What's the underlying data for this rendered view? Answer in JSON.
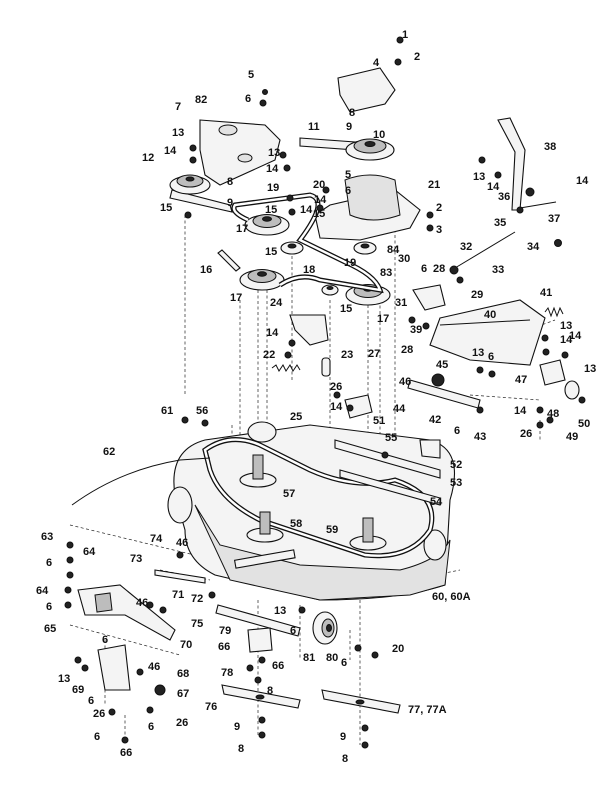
{
  "callouts": [
    "1",
    "2",
    "4",
    "5",
    "6",
    "82",
    "7",
    "8",
    "9",
    "10",
    "11",
    "13",
    "14",
    "12",
    "8",
    "9",
    "13",
    "14",
    "19",
    "20",
    "14",
    "5",
    "6",
    "21",
    "15",
    "14",
    "15",
    "2",
    "3",
    "15",
    "17",
    "15",
    "84",
    "16",
    "18",
    "19",
    "83",
    "30",
    "6",
    "28",
    "32",
    "33",
    "31",
    "29",
    "17",
    "24",
    "15",
    "17",
    "14",
    "22",
    "23",
    "27",
    "26",
    "14",
    "25",
    "61",
    "56",
    "51",
    "55",
    "52",
    "62",
    "57",
    "53",
    "54",
    "58",
    "59",
    "60, 60A",
    "63",
    "64",
    "6",
    "64",
    "6",
    "65",
    "74",
    "46",
    "73",
    "46",
    "71",
    "72",
    "70",
    "75",
    "13",
    "6",
    "79",
    "66",
    "78",
    "66",
    "8",
    "81",
    "80",
    "6",
    "20",
    "6",
    "13",
    "69",
    "46",
    "67",
    "68",
    "6",
    "26",
    "26",
    "6",
    "76",
    "9",
    "8",
    "77, 77A",
    "9",
    "8",
    "6",
    "66",
    "38",
    "13",
    "14",
    "36",
    "14",
    "35",
    "37",
    "34",
    "41",
    "40",
    "13",
    "14",
    "28",
    "39",
    "45",
    "13",
    "6",
    "14",
    "13",
    "46",
    "47",
    "44",
    "42",
    "48",
    "6",
    "14",
    "43",
    "26",
    "49",
    "50"
  ]
}
